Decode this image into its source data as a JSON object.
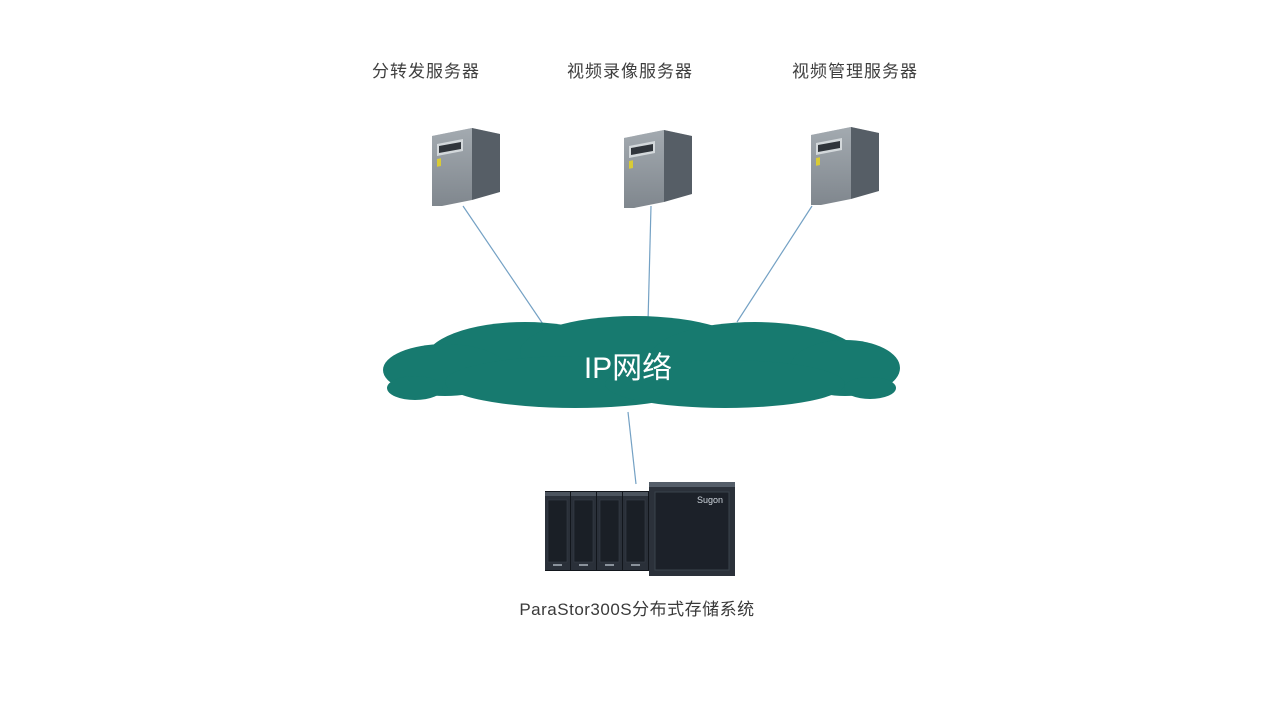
{
  "diagram": {
    "servers": [
      {
        "id": "forward",
        "label": "分转发服务器"
      },
      {
        "id": "recording",
        "label": "视频录像服务器"
      },
      {
        "id": "management",
        "label": "视频管理服务器"
      }
    ],
    "network_cloud": {
      "label": "IP网络",
      "color": "#177A6F",
      "text_color": "#FFFFFF"
    },
    "storage": {
      "label": "ParaStor300S分布式存储系统",
      "brand": "Sugon"
    },
    "connector_color": "#74A1C4",
    "background": "#FFFFFF"
  }
}
